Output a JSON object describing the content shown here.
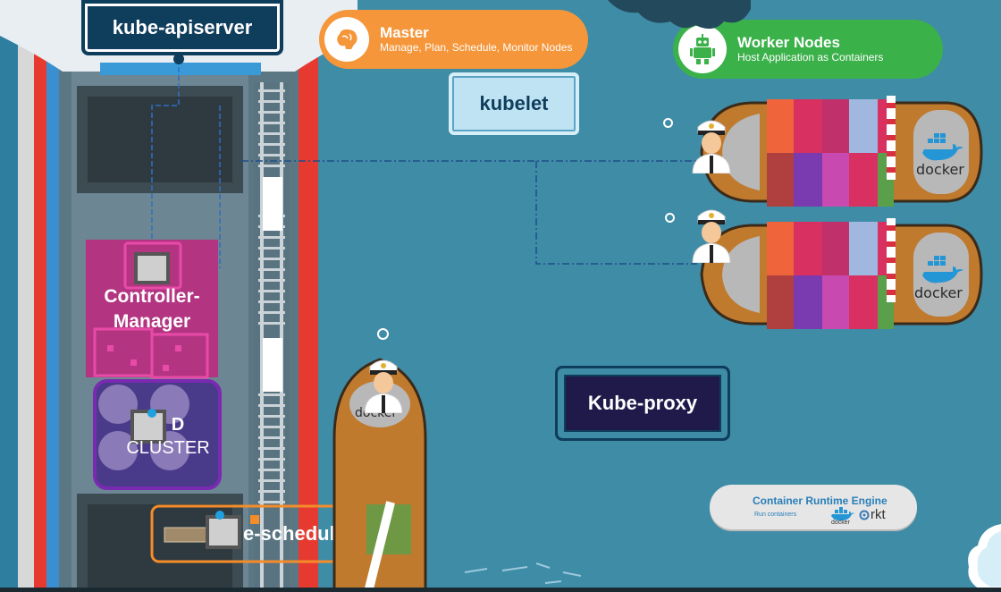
{
  "components": {
    "apiserver": "kube-apiserver",
    "kubelet": "kubelet",
    "controller_manager_line1": "Controller-",
    "controller_manager_line2": "Manager",
    "etcd_line1": "D",
    "etcd_line2": "CLUSTER",
    "scheduler": "e-scheduler",
    "kube_proxy": "Kube-proxy"
  },
  "master": {
    "title": "Master",
    "subtitle": "Manage, Plan, Schedule, Monitor Nodes",
    "color": "#f5963a",
    "icon": "brain-icon"
  },
  "worker": {
    "title": "Worker Nodes",
    "subtitle": "Host Application as Containers",
    "color": "#3bb14a",
    "icon": "robot-icon"
  },
  "runtime": {
    "title": "Container Runtime Engine",
    "subtitle": "Run containers",
    "docker": "docker",
    "rkt": "rkt"
  },
  "ships": {
    "docker_label": "docker"
  },
  "colors": {
    "sea": "#3f8ca6",
    "apiserver_box": "#0f3d5c",
    "kube_proxy_box": "#1f1a4a",
    "controller": "#d81b8c",
    "etcd": "#6a2a9a",
    "scheduler": "#f58c2a"
  }
}
